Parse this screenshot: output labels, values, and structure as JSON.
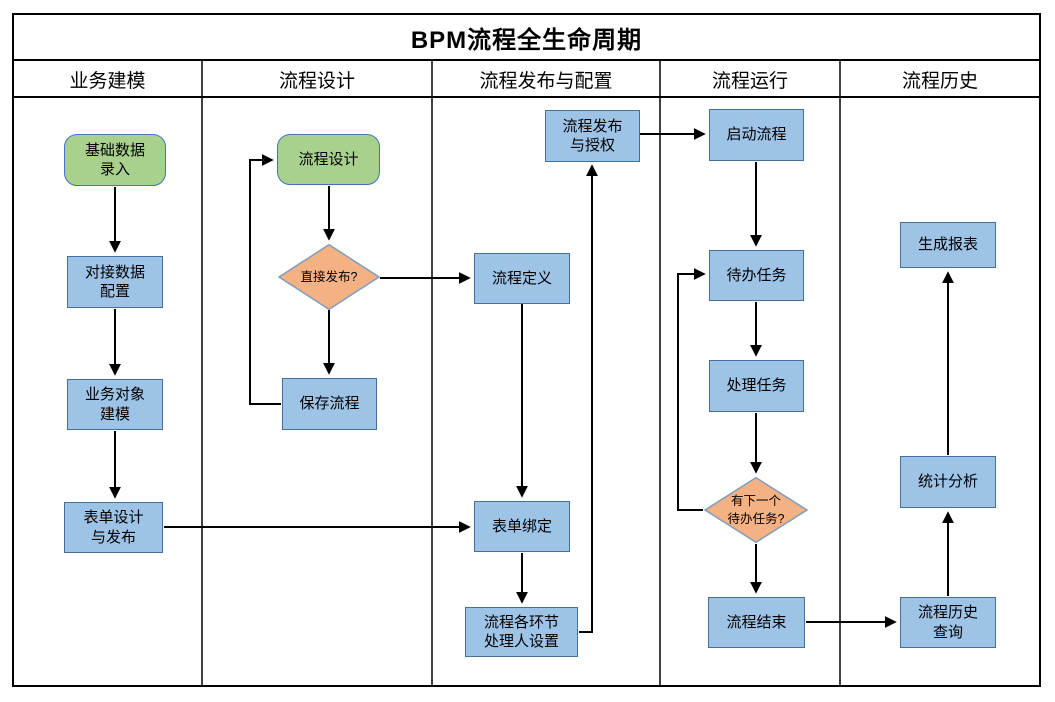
{
  "title": "BPM流程全生命周期",
  "lanes": [
    {
      "label": "业务建模"
    },
    {
      "label": "流程设计"
    },
    {
      "label": "流程发布与配置"
    },
    {
      "label": "流程运行"
    },
    {
      "label": "流程历史"
    }
  ],
  "nodes": {
    "basic_data": {
      "label": "基础数据\n录入",
      "type": "start"
    },
    "docking_config": {
      "label": "对接数据\n配置",
      "type": "process"
    },
    "business_object": {
      "label": "业务对象\n建模",
      "type": "process"
    },
    "form_design": {
      "label": "表单设计\n与发布",
      "type": "process"
    },
    "process_design": {
      "label": "流程设计",
      "type": "start"
    },
    "direct_publish": {
      "label": "直接发布?",
      "type": "decision"
    },
    "save_process": {
      "label": "保存流程",
      "type": "process"
    },
    "publish_auth": {
      "label": "流程发布\n与授权",
      "type": "process"
    },
    "process_def": {
      "label": "流程定义",
      "type": "process"
    },
    "form_bind": {
      "label": "表单绑定",
      "type": "process"
    },
    "handler_setting": {
      "label": "流程各环节\n处理人设置",
      "type": "process"
    },
    "start_process": {
      "label": "启动流程",
      "type": "process"
    },
    "todo_task": {
      "label": "待办任务",
      "type": "process"
    },
    "handle_task": {
      "label": "处理任务",
      "type": "process"
    },
    "next_todo": {
      "label": "有下一个\n待办任务?",
      "type": "decision"
    },
    "process_end": {
      "label": "流程结束",
      "type": "process"
    },
    "report": {
      "label": "生成报表",
      "type": "process"
    },
    "stats": {
      "label": "统计分析",
      "type": "process"
    },
    "history_query": {
      "label": "流程历史\n查询",
      "type": "process"
    }
  },
  "edges": [
    {
      "from": "basic_data",
      "to": "docking_config"
    },
    {
      "from": "docking_config",
      "to": "business_object"
    },
    {
      "from": "business_object",
      "to": "form_design"
    },
    {
      "from": "form_design",
      "to": "form_bind"
    },
    {
      "from": "process_design",
      "to": "direct_publish"
    },
    {
      "from": "direct_publish",
      "to": "save_process"
    },
    {
      "from": "save_process",
      "to": "process_design"
    },
    {
      "from": "direct_publish",
      "to": "process_def"
    },
    {
      "from": "process_def",
      "to": "form_bind"
    },
    {
      "from": "form_bind",
      "to": "handler_setting"
    },
    {
      "from": "handler_setting",
      "to": "publish_auth"
    },
    {
      "from": "publish_auth",
      "to": "start_process"
    },
    {
      "from": "start_process",
      "to": "todo_task"
    },
    {
      "from": "todo_task",
      "to": "handle_task"
    },
    {
      "from": "handle_task",
      "to": "next_todo"
    },
    {
      "from": "next_todo",
      "to": "todo_task"
    },
    {
      "from": "next_todo",
      "to": "process_end"
    },
    {
      "from": "process_end",
      "to": "history_query"
    },
    {
      "from": "history_query",
      "to": "stats"
    },
    {
      "from": "stats",
      "to": "report"
    }
  ],
  "colors": {
    "green_fill": "#a9d18e",
    "green_border": "#4472c4",
    "blue_fill": "#9dc3e6",
    "blue_border": "#41719c",
    "orange_fill": "#f4b183",
    "orange_border": "#7f9dbf",
    "line": "#000000"
  }
}
